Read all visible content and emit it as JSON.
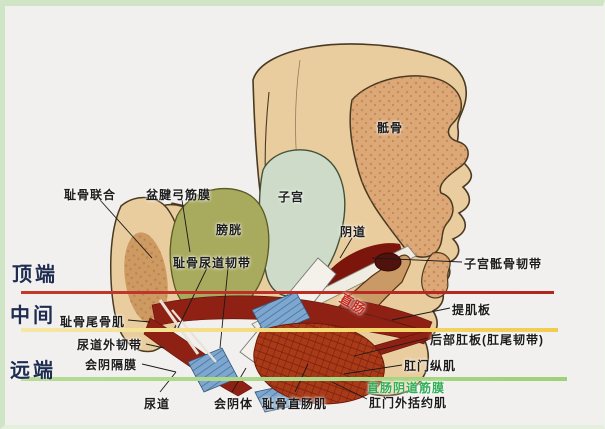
{
  "figure": {
    "kind": "pelvic-floor-anatomy-diagram",
    "view": "sagittal-section"
  },
  "zones": {
    "apical": "顶端",
    "mid": "中间",
    "distal": "远端"
  },
  "labels": {
    "pubic_symphysis": "耻骨联合",
    "arcus_tendineus": "盆腱弓筋膜",
    "uterus": "子宫",
    "sacrum": "骶骨",
    "bladder": "膀胱",
    "vagina": "阴道",
    "pubourethral_ligament": "耻骨尿道韧带",
    "uterosacral_ligament": "子宫骶骨韧带",
    "rectum": "直肠",
    "levator_plate": "提肌板",
    "pubococcygeus": "耻骨尾骨肌",
    "posterior_anal_plate": "后部肛板(肛尾韧带)",
    "external_urethral_ligament": "尿道外韧带",
    "perineal_membrane": "会阴隔膜",
    "longitudinal_anal_muscle": "肛门纵肌",
    "rectovaginal_fascia": "直肠阴道筋膜",
    "external_anal_sphincter": "肛门外括约肌",
    "urethra": "尿道",
    "perineal_body": "会阴体",
    "puborectalis": "耻骨直肠肌"
  },
  "colors": {
    "apical_line": "#b72a22",
    "mid_line": "#f2cc4e",
    "distal_line": "#9ed179",
    "zone_text": "#1d2c50",
    "rectum_text": "#c62b1c",
    "rectovaginal_text": "#2fae57",
    "bone_fill": "#e9cd9e",
    "sacrum_fill": "#dca878",
    "bladder_fill": "#a8aa5e",
    "uterus_fill": "#cedbc8",
    "muscle_fill": "#8f2114",
    "background": "#f2f0ee"
  }
}
